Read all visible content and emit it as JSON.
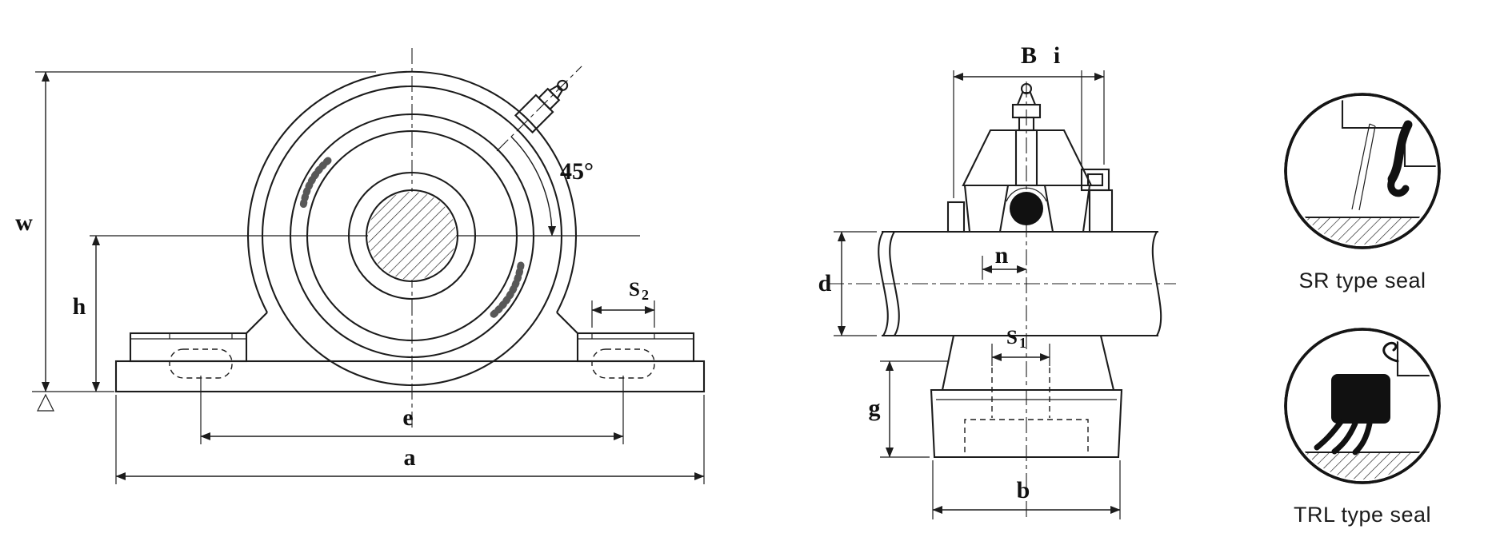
{
  "colors": {
    "ink": "#1c1c1c",
    "paper": "#ffffff"
  },
  "front_view": {
    "dim_w": "w",
    "dim_h": "h",
    "dim_e": "e",
    "dim_a": "a",
    "dim_s2_base": "S",
    "dim_s2_sub": "2",
    "angle_label": "45°"
  },
  "side_view": {
    "dim_B": "B",
    "dim_i": "i",
    "dim_n": "n",
    "dim_d": "d",
    "dim_s1_base": "S",
    "dim_s1_sub": "1",
    "dim_g": "g",
    "dim_b": "b"
  },
  "seal_details": {
    "sr_label": "SR type seal",
    "trl_label": "TRL type seal"
  }
}
